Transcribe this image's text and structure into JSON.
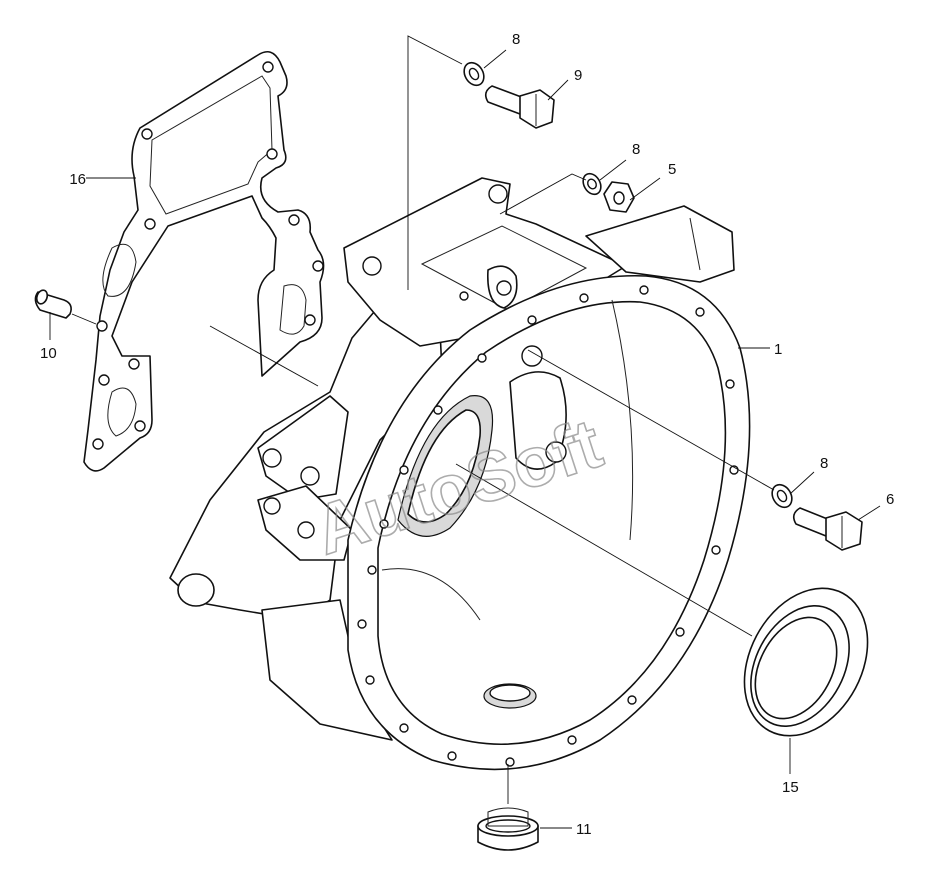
{
  "watermark": "AutoSoft",
  "callouts": {
    "c1": "1",
    "c5": "5",
    "c6": "6",
    "c8a": "8",
    "c8b": "8",
    "c8c": "8",
    "c9": "9",
    "c10": "10",
    "c11": "11",
    "c15": "15",
    "c16": "16"
  }
}
